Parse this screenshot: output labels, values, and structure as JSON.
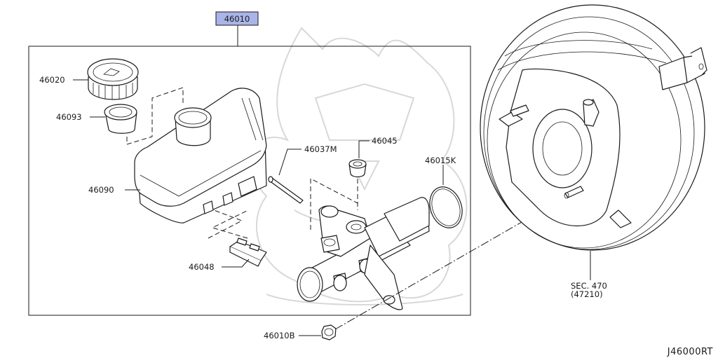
{
  "assembly_label": "46010",
  "highlight_color": "#a9b4e8",
  "parts": {
    "cap": "46020",
    "strainer": "46093",
    "reservoir": "46090",
    "pin": "46037M",
    "grommet": "46045",
    "o_ring": "46015K",
    "seal": "46048",
    "nut": "46010B"
  },
  "booster_ref": {
    "section": "SEC. 470",
    "part": "(47210)"
  },
  "figure_ref": "J46000RT"
}
